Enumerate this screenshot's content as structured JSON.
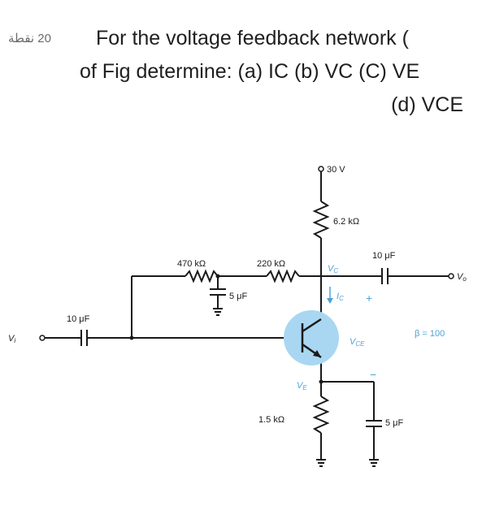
{
  "header": {
    "points": "20 نقطة"
  },
  "question": {
    "line1": "For the voltage feedback network (",
    "line2": "of Fig determine: (a) IC (b) VC (C) VE",
    "line3": "(d) VCE"
  },
  "circuit": {
    "supply": "30 V",
    "rc": "6.2 kΩ",
    "r1": "470 kΩ",
    "r2": "220 kΩ",
    "c_bypass": "5 μF",
    "c_in": "10 μF",
    "c_out": "10 μF",
    "re": "1.5 kΩ",
    "ce": "5 μF",
    "vc": "V",
    "vc_sub": "C",
    "ic": "I",
    "ic_sub": "C",
    "plus": "+",
    "minus": "−",
    "vce": "V",
    "vce_sub": "CE",
    "ve": "V",
    "ve_sub": "E",
    "beta": "β = 100",
    "vi": "V",
    "vi_sub": "i",
    "vo": "V",
    "vo_sub": "o"
  },
  "colors": {
    "wire": "#1a1a1a",
    "transistor_glow": "#a9d7f2",
    "label_blue": "#4da3d6"
  }
}
